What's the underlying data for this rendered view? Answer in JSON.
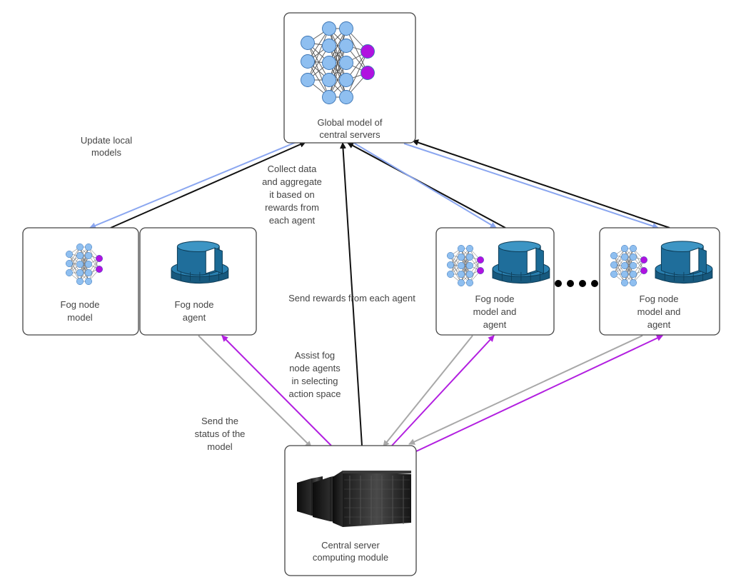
{
  "colors": {
    "blue_arrow": "#8aa6f0",
    "black_arrow": "#111111",
    "gray_arrow": "#a8a8a8",
    "purple_arrow": "#b21fe0",
    "input_neuron": "#8fbff0",
    "output_neuron": "#b012e0",
    "agent_icon": "#1f6e9b",
    "box_stroke": "#444444"
  },
  "nodes": {
    "global_model": {
      "lines": [
        "Global model of",
        "central servers"
      ],
      "icon": "neural-network-icon"
    },
    "fog_model": {
      "lines": [
        "Fog node",
        "model"
      ],
      "icon": "neural-network-icon"
    },
    "fog_agent": {
      "lines": [
        "Fog node",
        "agent"
      ],
      "icon": "agent-cylinder-icon"
    },
    "fog_model_agent_1": {
      "lines": [
        "Fog node",
        "model and",
        "agent"
      ],
      "icon": "neural-network-icon"
    },
    "fog_model_agent_2": {
      "lines": [
        "Fog node",
        "model and",
        "agent"
      ],
      "icon": "neural-network-icon"
    },
    "central_server": {
      "lines": [
        "Central server",
        "computing module"
      ],
      "icon": "server-rack-icon"
    }
  },
  "labels": {
    "update_local_models": [
      "Update local",
      "models"
    ],
    "collect_data": [
      "Collect data",
      "and aggregate",
      "it based on",
      "rewards from",
      "each agent"
    ],
    "send_rewards": [
      "Send rewards from each agent"
    ],
    "assist_fog": [
      "Assist fog",
      "node agents",
      "in selecting",
      "action space"
    ],
    "send_status": [
      "Send the",
      "status of the",
      "model"
    ]
  },
  "ellipsis_dots": 4
}
